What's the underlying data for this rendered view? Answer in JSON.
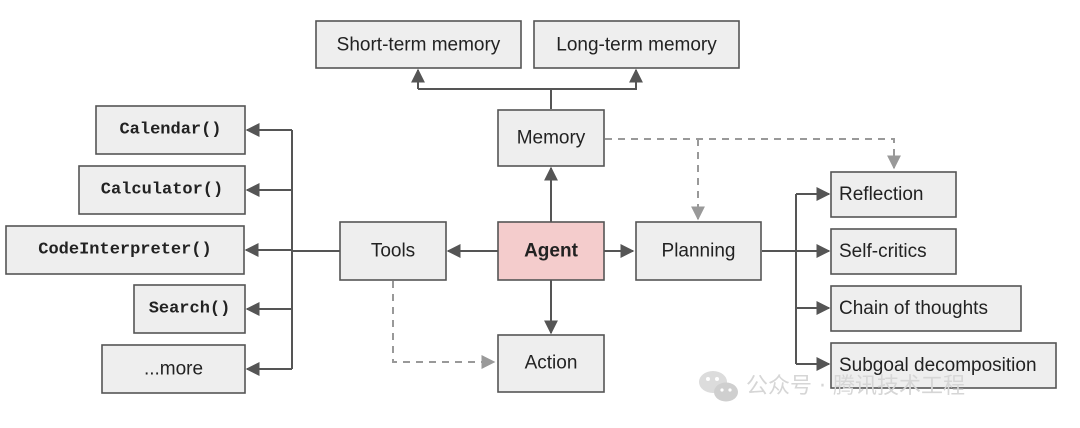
{
  "nodes": {
    "short_term_memory": "Short-term memory",
    "long_term_memory": "Long-term memory",
    "memory": "Memory",
    "agent": "Agent",
    "tools": "Tools",
    "planning": "Planning",
    "action": "Action",
    "calendar": "Calendar()",
    "calculator": "Calculator()",
    "code_interpreter": "CodeInterpreter()",
    "search": "Search()",
    "more": "...more",
    "reflection": "Reflection",
    "self_critics": "Self-critics",
    "chain_of_thoughts": "Chain of thoughts",
    "subgoal_decomposition": "Subgoal decomposition"
  },
  "watermark": {
    "text": "公众号 · 腾讯技术工程",
    "icon": "wechat-icon"
  },
  "colors": {
    "agent_fill": "#f4cccc",
    "box_fill": "#eeeeee",
    "line": "#555555",
    "dashed_line": "#999999"
  }
}
